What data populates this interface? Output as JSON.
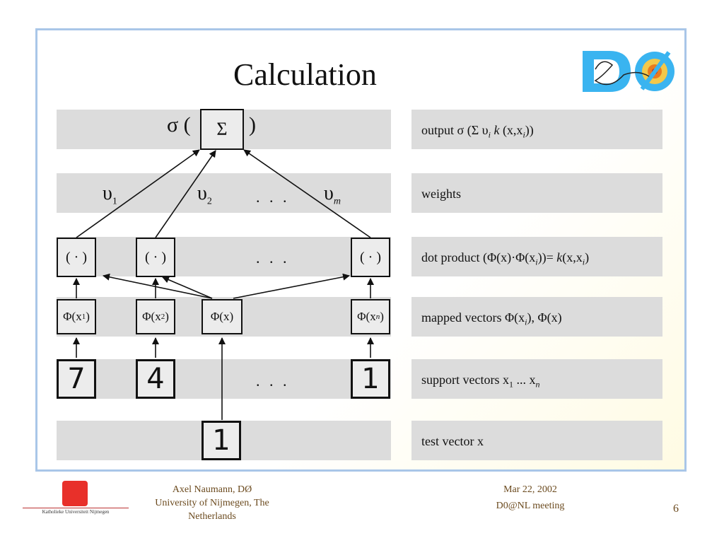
{
  "slide": {
    "title": "Calculation",
    "page_number": "6",
    "logo_text": "DØ"
  },
  "diagram": {
    "output_box": "Σ",
    "sigma_left": "σ (",
    "sigma_right": ")",
    "weights": [
      "υ",
      "υ",
      "υ"
    ],
    "weight_subs": [
      "1",
      "2",
      "m"
    ],
    "ellipsis": ". . .",
    "dot_box": "( · )",
    "mapped": [
      "Φ(x",
      "Φ(x",
      "Φ(x)",
      "Φ(x"
    ],
    "mapped_subs": [
      "1",
      "2",
      "",
      "n"
    ],
    "support_digits": [
      "7",
      "4",
      "1"
    ],
    "test_digit": "1"
  },
  "labels": {
    "output_prefix": "output    σ (Σ υ",
    "output_sub": "i",
    "output_k": "k",
    "output_rest_a": " (x,x",
    "output_sub2": "i",
    "output_rest_b": "))",
    "weights": "weights",
    "dot_prefix": "dot product (Φ(x)·Φ(x",
    "dot_sub": "i",
    "dot_mid": "))= ",
    "dot_k": "k",
    "dot_rest": "(x,x",
    "dot_sub2": "i",
    "dot_end": ")",
    "mapped_prefix": "mapped vectors Φ(x",
    "mapped_sub": "i",
    "mapped_rest": "), Φ(x)",
    "support_prefix": "support vectors x",
    "support_sub1": "1",
    "support_mid": " ... x",
    "support_sub2": "n",
    "test": "test vector x"
  },
  "footer": {
    "author_line1": "Axel Naumann, DØ",
    "author_line2": "University of Nijmegen, The",
    "author_line3": "Netherlands",
    "date": "Mar 22, 2002",
    "event": "D0@NL meeting",
    "university_logo_text": "Katholieke Universiteit Nijmegen"
  },
  "colors": {
    "band": "#dcdcdc",
    "frame": "#a9c6e8",
    "footer_text": "#6b4a1e",
    "logo_blue": "#3ab4f0",
    "logo_orange": "#e87a20"
  }
}
